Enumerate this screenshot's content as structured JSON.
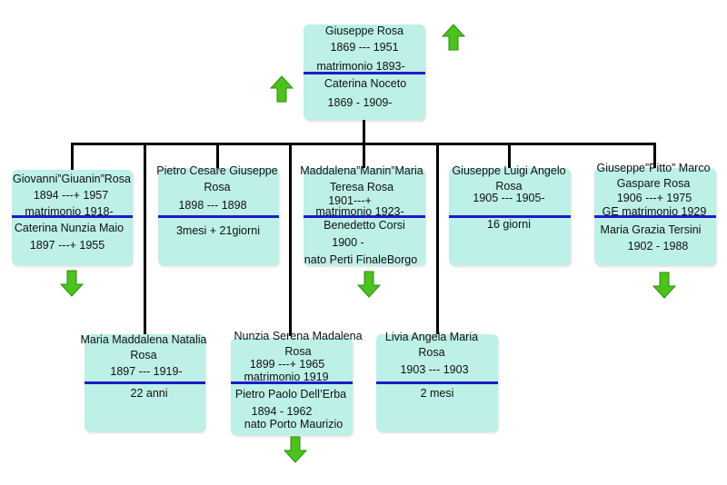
{
  "root": {
    "lines": [
      "Giuseppe Rosa",
      "1869 --- 1951",
      "matrimonio 1893-",
      "Caterina Noceto",
      "1869 - 1909-"
    ]
  },
  "children_row1": [
    {
      "lines": [
        "Giovanni”Giuanin”Rosa",
        "1894 ---+ 1957",
        "matrimonio 1918-",
        "Caterina Nunzia Maio",
        "1897 ---+ 1955"
      ]
    },
    {
      "lines": [
        "Pietro Cesare Giuseppe",
        "Rosa",
        "1898 --- 1898",
        "3mesi + 21giorni"
      ]
    },
    {
      "lines": [
        "Maddalena”Manin”Maria",
        "Teresa Rosa",
        "1901---+",
        "matrimonio 1923-",
        "Benedetto Corsi",
        "1900 -",
        "nato Perti FinaleBorgo"
      ]
    },
    {
      "lines": [
        "Giuseppe Luigi Angelo",
        "Rosa",
        "1905 --- 1905-",
        "16 giorni"
      ]
    },
    {
      "lines": [
        "Giuseppe”Pitto” Marco",
        "Gaspare Rosa",
        "1906 ---+ 1975",
        "GE matrimonio 1929",
        "Maria Grazia Tersini",
        "1902 - 1988"
      ]
    }
  ],
  "children_row2": [
    {
      "lines": [
        "Maria Maddalena Natalia",
        "Rosa",
        "1897 --- 1919-",
        "22 anni"
      ]
    },
    {
      "lines": [
        "Nunzia Serena Madalena",
        "Rosa",
        "1899 ---+ 1965",
        "matrimonio 1919",
        "Pietro Paolo Dell’Erba",
        "1894 - 1962",
        "nato Porto Maurizio"
      ]
    },
    {
      "lines": [
        "Livia Angela Maria",
        "Rosa",
        "1903 --- 1903",
        "2 mesi"
      ]
    }
  ],
  "colors": {
    "box": "#bdf0e6",
    "separator": "#1c1cc8",
    "arrow": "#4cc21c",
    "line": "#000000"
  }
}
